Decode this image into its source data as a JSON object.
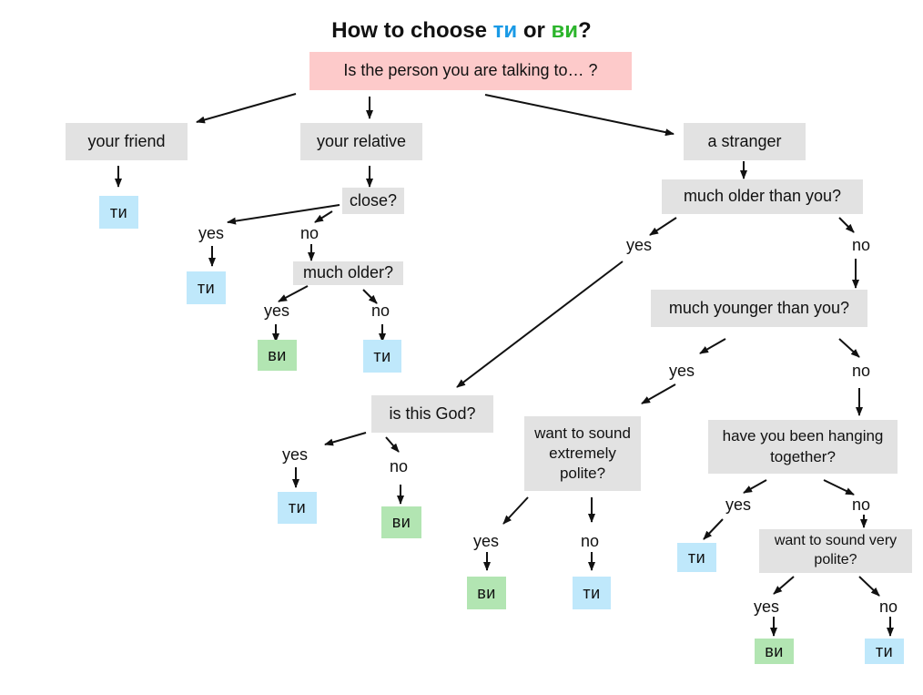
{
  "title": {
    "prefix": "How to choose ",
    "ti": "ти",
    "mid": " or ",
    "vi": "ви",
    "suffix": "?"
  },
  "colors": {
    "ti": "#bfe8fb",
    "vi": "#b2e5b2",
    "question": "#e2e2e2",
    "root": "#fdcaca",
    "ti_text": "#1a9ae6",
    "vi_text": "#2cb52c"
  },
  "nodes": {
    "root": "Is the person you are talking to… ?",
    "friend": "your friend",
    "relative": "your relative",
    "stranger": "a stranger",
    "close": "close?",
    "much_older": "much older?",
    "much_older_than_you": "much older than you?",
    "much_younger_than_you": "much younger than you?",
    "god": "is this God?",
    "extremely_polite": "want to sound extremely polite?",
    "hanging_together": "have you been hanging together?",
    "very_polite": "want to sound very polite?"
  },
  "answers": {
    "friend": "ти",
    "close_yes": "ти",
    "much_older_yes": "ви",
    "much_older_no": "ти",
    "god_yes": "ти",
    "god_no": "ви",
    "extremely_polite_yes": "ви",
    "extremely_polite_no": "ти",
    "hanging_yes": "ти",
    "very_polite_yes": "ви",
    "very_polite_no": "ти"
  },
  "labels": {
    "close_yes": "yes",
    "close_no": "no",
    "much_older_yes": "yes",
    "much_older_no": "no",
    "stranger_older_yes": "yes",
    "stranger_older_no": "no",
    "younger_yes": "yes",
    "younger_no": "no",
    "god_yes": "yes",
    "god_no": "no",
    "polite_yes": "yes",
    "polite_no": "no",
    "hanging_yes": "yes",
    "hanging_no": "no",
    "very_polite_yes": "yes",
    "very_polite_no": "no"
  }
}
